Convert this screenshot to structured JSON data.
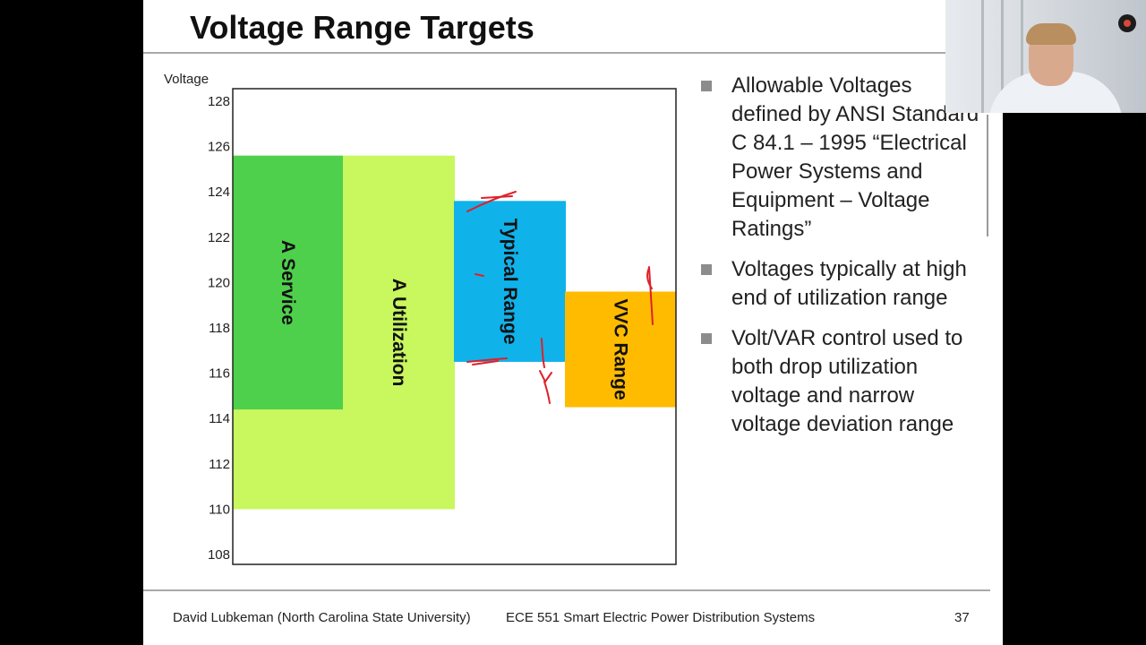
{
  "slide": {
    "title": "Voltage Range Targets",
    "bullets": [
      "Allowable Voltages defined by ANSI Standard C 84.1 – 1995 “Electrical Power Systems and Equipment – Voltage Ratings”",
      "Voltages typically at high end of utilization range",
      "Volt/VAR control used to both drop utilization voltage and narrow voltage deviation range"
    ],
    "footer": {
      "author": "David Lubkeman (North Carolina State University)",
      "course": "ECE 551 Smart Electric Power Distribution Systems",
      "page": "37"
    }
  },
  "colors": {
    "a_service": "#4fd04d",
    "a_utilization": "#c8f75e",
    "typical_range": "#10b2ea",
    "vvc_range": "#ffbb00",
    "ink": "#e0202a"
  },
  "chart_data": {
    "type": "bar",
    "ylabel": "Voltage",
    "ylim": [
      108,
      128
    ],
    "yticks": [
      "128",
      "126",
      "124",
      "122",
      "120",
      "118",
      "116",
      "114",
      "112",
      "110",
      "108"
    ],
    "ranges": [
      {
        "name": "A Service",
        "low": 114.4,
        "high": 125.6
      },
      {
        "name": "A Utilization",
        "low": 110.0,
        "high": 125.6
      },
      {
        "name": "Typical Range",
        "low": 116.5,
        "high": 123.6
      },
      {
        "name": "VVC Range",
        "low": 114.5,
        "high": 119.6
      }
    ]
  }
}
